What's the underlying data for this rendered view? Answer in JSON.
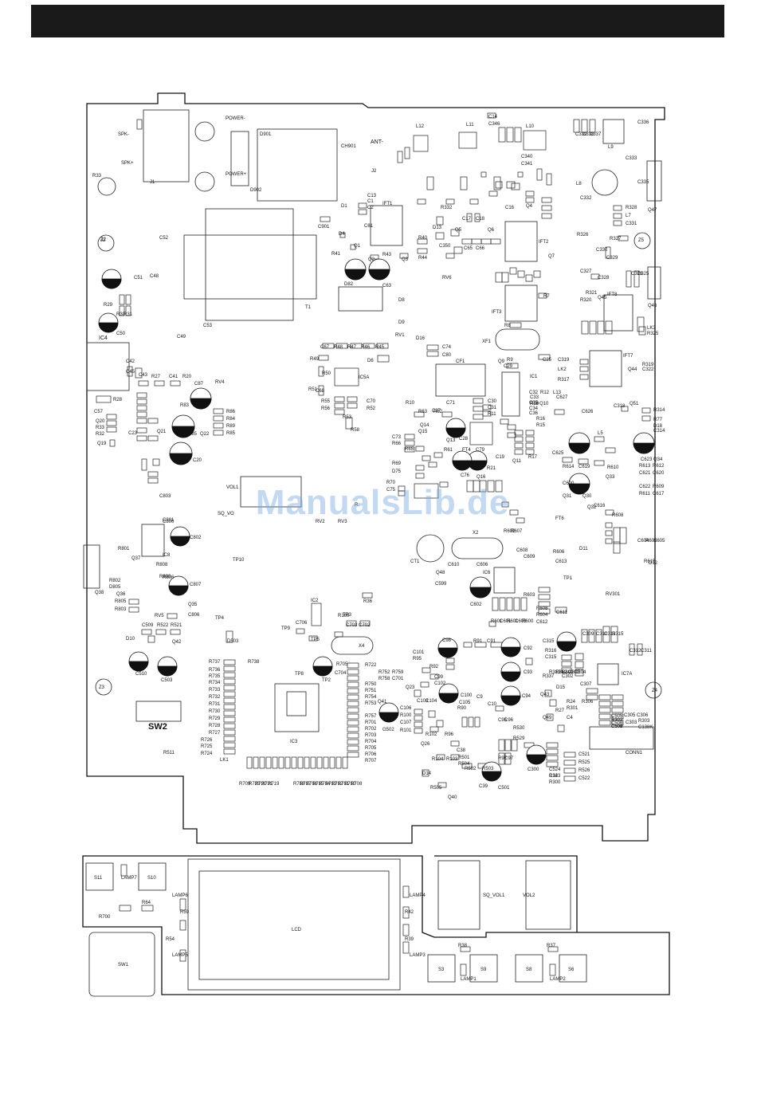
{
  "board_labels": {
    "spk_minus": "SPK-",
    "spk_plus": "SPK+",
    "j1": "J1",
    "r33": "R33",
    "power_minus": "POWER-",
    "power_plus": "POWER+",
    "d901": "D901",
    "d902": "D902",
    "ch901": "CH901",
    "ant_minus": "ANT-",
    "j2": "J2",
    "c52": "C52",
    "c48": "C48",
    "c51": "C51",
    "c50": "C50",
    "ic4": "IC4",
    "c53": "C53",
    "t1": "T1",
    "c49": "C49",
    "j2_hole": "J2",
    "ift1": "IFT1",
    "ift2": "IFT2",
    "ift3": "IFT3",
    "ift7": "IFT7",
    "ift8": "IFT8",
    "d8": "D8",
    "d82": "D82",
    "d9": "D9",
    "rv1": "RV1",
    "rv6": "RV6",
    "ic1": "IC1",
    "cf1": "CF1",
    "xf1": "XF1",
    "lk3": "LK3",
    "lk2": "LK2",
    "l12": "L12",
    "l11": "L11",
    "l10": "L10",
    "l9": "L9",
    "l8": "L8",
    "l7": "L7",
    "q47": "Q47",
    "q46": "Q46",
    "q44": "Q44",
    "q7": "Q7",
    "q2": "Q2",
    "q3": "Q3",
    "c87": "C87",
    "c85": "C85",
    "c20": "C20",
    "q21": "Q21",
    "q22": "Q22",
    "rv4": "RV4",
    "vol1": "VOL1",
    "sq_vol": "SQ_VO",
    "rv2": "RV2",
    "rv3": "RV3",
    "c803": "C803",
    "c802": "C802",
    "c807": "C807",
    "c801": "C801",
    "ic8": "IC8",
    "q37": "Q37",
    "tp10": "TP10",
    "tp4": "TP4",
    "rv5": "RV5",
    "q42": "Q42",
    "q38": "Q38",
    "c510": "C510",
    "c503": "C503",
    "sw2": "SW2",
    "ic2": "IC2",
    "x4": "X4",
    "tp2": "TP2",
    "tp8": "TP8",
    "ic3": "IC3",
    "ct1": "CT1",
    "x2": "X2",
    "ic6": "IC6",
    "q48": "Q48",
    "c602": "C602",
    "rv301": "RV301",
    "tp1": "TP1",
    "c98": "C98",
    "c92": "C92",
    "c93": "C93",
    "c94": "C94",
    "c100": "C100",
    "g502": "G502",
    "q41": "Q41",
    "c315": "C315",
    "ic7a": "IC7A",
    "conn1": "CONN1",
    "c300": "C300",
    "c501": "C501",
    "q40": "Q40",
    "q26": "Q26",
    "d14": "D14",
    "c625": "C625",
    "c623": "C623",
    "q34": "Q34",
    "c600": "C600",
    "q31": "Q31",
    "q30": "Q30",
    "q33": "Q33",
    "ft6": "FT6",
    "c28": "C28",
    "c79": "C79",
    "c76": "C76",
    "ft4": "FT4",
    "q13": "Q13",
    "q11": "Q11",
    "c14": "C14",
    "c346": "C346",
    "c340": "C340",
    "c341": "C341",
    "q4": "Q4",
    "q6": "Q6",
    "z2": "Z2",
    "z3": "Z3",
    "z4": "Z4",
    "z5": "Z5",
    "c339": "C339",
    "c338": "C338",
    "c337": "C337",
    "c336": "C336",
    "c333": "C333",
    "c335": "C335",
    "c332": "C332",
    "r328": "R328",
    "c331": "C331",
    "r326": "R326",
    "r327": "R327",
    "c330": "C330",
    "c329": "C329",
    "c327": "C327",
    "c328": "C328",
    "c326": "C326",
    "c325": "C325",
    "r321": "R321",
    "r320": "R320",
    "q45": "Q45",
    "r325": "R325",
    "c319": "C319",
    "r317": "R317",
    "r319": "R319",
    "c322": "C322",
    "c318": "C318",
    "q51": "Q51",
    "r314": "R314",
    "r77": "R77",
    "d18": "D18",
    "c314": "C314",
    "c626": "C626",
    "c627": "C627",
    "l13": "L13",
    "q9": "Q9",
    "c29": "C29",
    "r9": "R9",
    "c25": "C25",
    "r8": "R8",
    "r7": "R7",
    "c74": "C74",
    "c80": "C80",
    "d16": "D16",
    "d6": "D6",
    "c67": "C67",
    "r48": "R48",
    "r47": "R47",
    "r46": "R46",
    "r45": "R45",
    "r49": "R49",
    "ic5a": "IC5A",
    "r50": "R50",
    "r51": "R51",
    "c68": "C68",
    "r55": "R55",
    "r56": "R56",
    "c70": "C70",
    "r52": "R52",
    "r53": "R53",
    "r58": "R58",
    "c43": "C43",
    "r27": "R27",
    "c41": "C41",
    "r20": "R20",
    "r28": "R28",
    "c57": "C57",
    "q20": "Q20",
    "r33b": "R33",
    "r32": "R32",
    "q19": "Q19",
    "r86": "R86",
    "r84": "R84",
    "r89": "R89",
    "r85": "R85",
    "r83": "R83",
    "c23": "C23",
    "r29": "R29",
    "r30": "R30",
    "r31": "R31",
    "c42": "C42",
    "c45": "C45",
    "d1": "D1",
    "c13": "C13",
    "c1": "C1",
    "c2": "C2",
    "c901": "C901",
    "d4": "D4",
    "q1": "Q1",
    "r41": "R41",
    "r43": "R43",
    "c63": "C63",
    "c61": "C61",
    "r40": "R40",
    "r44": "R44",
    "c350": "C350",
    "c65": "C65",
    "c66": "C66",
    "c16": "C16",
    "r332": "R332",
    "c17": "C17",
    "c18": "C18",
    "d13": "D13",
    "q5": "Q5",
    "r21": "R21",
    "c19": "C19",
    "r16": "R16",
    "r15": "R15",
    "r17": "R17",
    "c31": "C31",
    "c30": "C30",
    "r11": "R11",
    "c71": "C71",
    "c27": "C27",
    "r63": "R63",
    "r62": "R62",
    "r10": "R10",
    "c73": "C73",
    "r66": "R66",
    "q14": "Q14",
    "q15": "Q15",
    "r65": "R65",
    "c75": "C75",
    "r70": "R70",
    "r69": "R69",
    "d75": "D75",
    "r61": "R61",
    "q16": "Q16",
    "c32": "C32",
    "r12": "R12",
    "c33": "C33",
    "q10": "Q10",
    "c34": "C34",
    "c35": "C35",
    "c36": "C36",
    "r19": "R19",
    "r18": "R18",
    "l5": "L5",
    "r614": "R614",
    "c619": "C619",
    "r610": "R610",
    "r613": "R613",
    "r612": "R612",
    "c621": "C621",
    "c620": "C620",
    "c622": "C622",
    "r609": "R609",
    "r611": "R611",
    "c617": "C617",
    "c616": "C616",
    "q32": "Q32",
    "r608": "R608",
    "c604": "C604",
    "r605": "R605",
    "c605": "C605",
    "r615": "R615",
    "d12": "D12",
    "r606": "R606",
    "d11": "D11",
    "c613": "C613",
    "r602": "R602",
    "r607": "R607",
    "c608": "C608",
    "c609": "C609",
    "c610": "C610",
    "c606": "C606",
    "c599": "C599",
    "r603": "R603",
    "r604": "R604",
    "r608b": "R608",
    "c611": "C611",
    "c612": "C612",
    "r601": "R601",
    "c601": "C601",
    "r601b": "R601",
    "c603": "C603",
    "r600": "R600",
    "c505": "C505",
    "c506": "C506",
    "c800": "C800",
    "r801": "R801",
    "r802": "R802",
    "r800": "R800",
    "q36": "Q36",
    "d805": "D805",
    "r805": "R805",
    "r803": "R803",
    "q35": "Q35",
    "c806": "C806",
    "r806": "R806",
    "r808": "R808",
    "c509": "C509",
    "r522": "R522",
    "r521": "R521",
    "d10": "D10",
    "d503": "D503",
    "r737": "R737",
    "r736": "R736",
    "r735": "R735",
    "r734": "R734",
    "r733": "R733",
    "r732": "R732",
    "r731": "R731",
    "r730": "R730",
    "r729": "R729",
    "r728": "R728",
    "r727": "R727",
    "r726": "R726",
    "r725": "R725",
    "r724": "R724",
    "lk1": "LK1",
    "r511": "R511",
    "r723": "R723",
    "r720": "R720",
    "r721": "R721",
    "r719": "R719",
    "r718": "R718",
    "r717": "R717",
    "r716": "R716",
    "r715": "R715",
    "r714": "R714",
    "r713": "R713",
    "r712": "R712",
    "r711": "R711",
    "r710": "R710",
    "r709": "R709",
    "r708": "R708",
    "r722": "R722",
    "r752": "R752",
    "r759": "R759",
    "r758": "R758",
    "c701": "C701",
    "r750": "R750",
    "r751": "R751",
    "r754": "R754",
    "r753": "R753",
    "r757": "R757",
    "r701": "R701",
    "r702": "R702",
    "r703": "R703",
    "r704": "R704",
    "r705": "R705",
    "r706": "R706",
    "r707": "R707",
    "tp9": "TP9",
    "tp5": "TP5",
    "tp3": "TP3",
    "c706": "C706",
    "c703": "C703",
    "c702": "C702",
    "c704": "C704",
    "r705b": "R705",
    "r169": "R169",
    "r36": "R36",
    "r738": "R738",
    "r91": "R91",
    "c91": "C91",
    "c101": "C101",
    "r95": "R95",
    "r92": "R92",
    "c99": "C99",
    "c102": "C102",
    "q23": "Q23",
    "c9": "C9",
    "c10": "C10",
    "c103": "C103",
    "c104": "C104",
    "c105": "C105",
    "r90": "R90",
    "c106": "C106",
    "r100": "R100",
    "c107": "C107",
    "r101": "R101",
    "r102": "R102",
    "r96": "R96",
    "r104": "R104",
    "r103": "R103",
    "c38": "C38",
    "r501": "R501",
    "r504": "R504",
    "r502": "R502",
    "r503": "R503",
    "c39": "C39",
    "r505": "R505",
    "c97": "C97",
    "r97": "R97",
    "c96": "C96",
    "c95": "C95",
    "r529": "R529",
    "r530": "R530",
    "r316": "R316",
    "c315b": "C315",
    "r337": "R337",
    "r313": "R313",
    "r312": "R312",
    "r309": "R309",
    "c308": "C308",
    "c304": "C304",
    "c302": "C302",
    "d15": "D15",
    "c307": "C307",
    "q43": "Q43",
    "r24": "R24",
    "r301": "R301",
    "r306": "R306",
    "c4": "C4",
    "q49": "Q49",
    "r27b": "R27",
    "c305": "C305",
    "c306": "C306",
    "r302": "R302",
    "c303": "C303",
    "r303": "R303",
    "c502": "C502",
    "c506b": "C506",
    "c138k": "C138K",
    "c521": "C521",
    "r525": "R525",
    "r526": "R526",
    "c522": "C522",
    "c524": "C524",
    "c323": "C323",
    "r14": "R14",
    "r300": "R300",
    "c309": "C309",
    "c310": "C310",
    "c313": "C313",
    "r315": "R315",
    "c312": "C312",
    "c311": "C311",
    "rx": "R.",
    "s11": "S11",
    "s10": "S10",
    "lamp7": "LAMP7",
    "r700": "R700",
    "r64": "R64",
    "lamp6": "LAMP6",
    "r59": "R59",
    "sw1": "SW1",
    "r54": "R54",
    "lamp5": "LAMP5",
    "lcd": "LCD",
    "lamp4": "LAMP4",
    "r42": "R42",
    "r39": "R39",
    "lamp3": "LAMP3",
    "sq_vol1": "SQ_VOL1",
    "vol2": "VOL2",
    "r38": "R38",
    "r37": "R37",
    "s3": "S3",
    "s9": "S9",
    "s8": "S8",
    "s6": "S6",
    "lamp1": "LAMP1",
    "lamp2": "LAMP2"
  },
  "watermark": "ManualsLib.de"
}
